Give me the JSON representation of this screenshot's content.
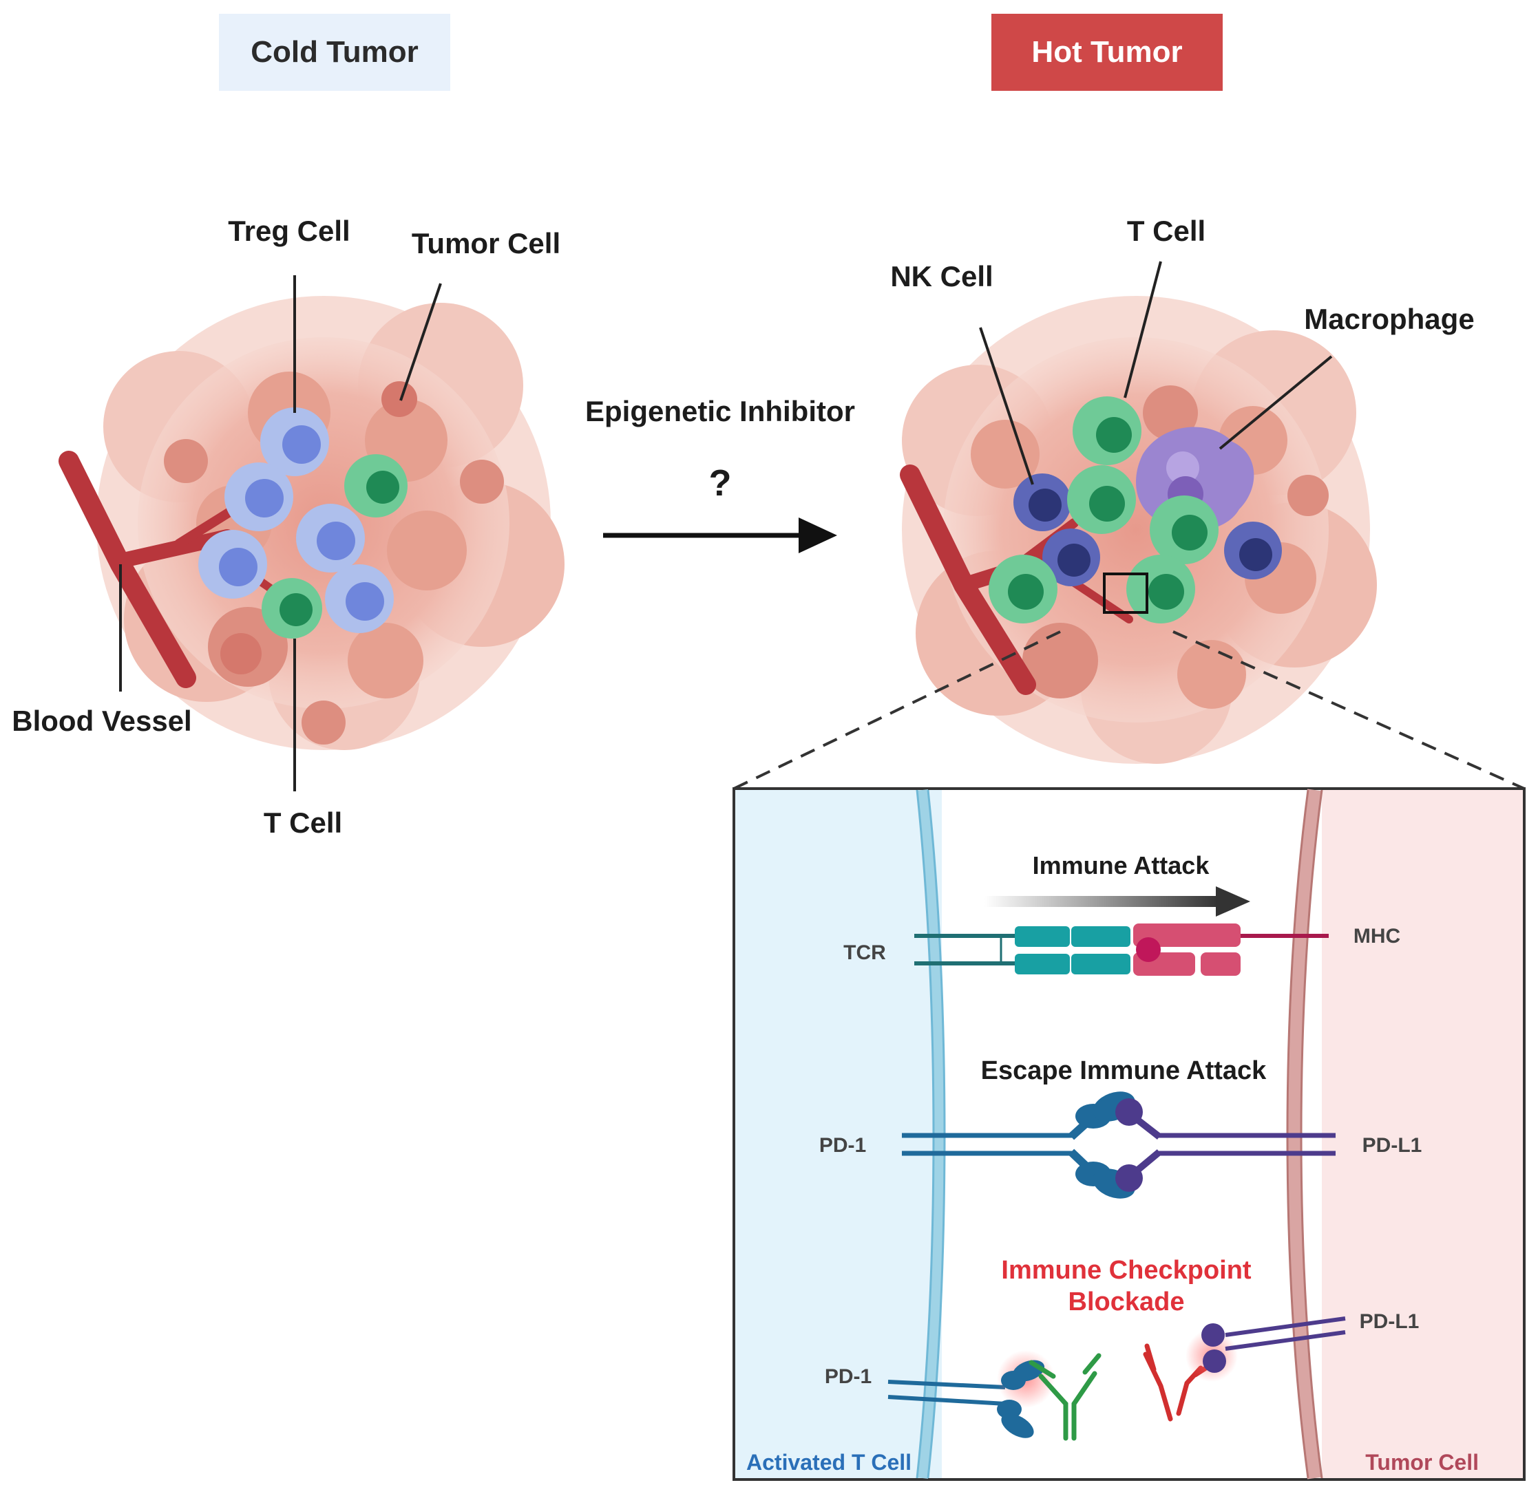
{
  "headers": {
    "cold": "Cold Tumor",
    "hot": "Hot Tumor"
  },
  "cold_tumor": {
    "labels": {
      "treg": "Treg Cell",
      "tumor_cell": "Tumor Cell",
      "blood_vessel": "Blood Vessel",
      "t_cell": "T Cell"
    }
  },
  "transition": {
    "label": "Epigenetic Inhibitor",
    "question": "?"
  },
  "hot_tumor": {
    "labels": {
      "nk_cell": "NK Cell",
      "t_cell": "T Cell",
      "macrophage": "Macrophage"
    }
  },
  "inset": {
    "immune_attack": "Immune Attack",
    "tcr": "TCR",
    "mhc": "MHC",
    "escape": "Escape Immune Attack",
    "pd1_top": "PD-1",
    "pdl1_top": "PD-L1",
    "blockade_line1": "Immune Checkpoint",
    "blockade_line2": "Blockade",
    "pd1_bottom": "PD-1",
    "pdl1_bottom": "PD-L1",
    "activated_t_cell": "Activated T Cell",
    "tumor_cell": "Tumor Cell"
  },
  "colors": {
    "cold_header_bg": "#e8f1fb",
    "hot_header_bg": "#cf4848",
    "blockade_text": "#e0313a",
    "activated_t_cell_text": "#2a6fb8",
    "tumor_cell_text": "#b0485a",
    "treg_cell": "#aebfec",
    "t_cell": "#2f9d6b",
    "nk_cell": "#3f4a9a",
    "macrophage": "#9b85d0",
    "vessel": "#b8363c"
  }
}
